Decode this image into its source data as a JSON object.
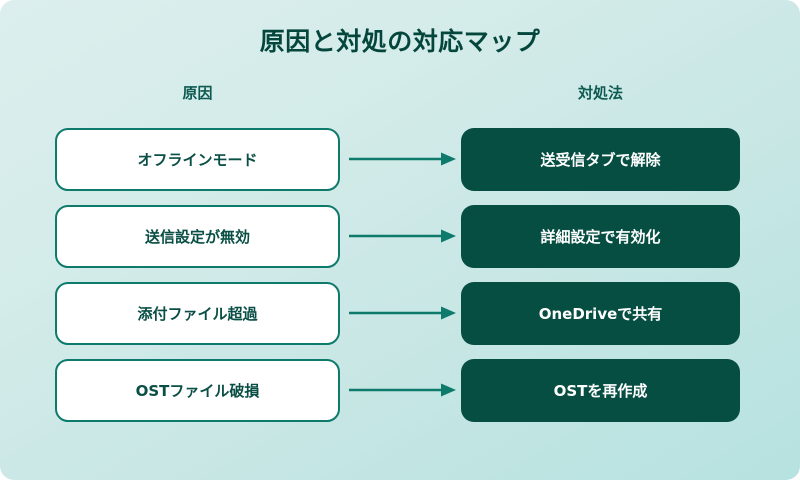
{
  "diagram": {
    "title": "原因と対処の対応マップ",
    "columns": {
      "left_header": "原因",
      "right_header": "対処法"
    },
    "rows": [
      {
        "cause": "オフラインモード",
        "fix": "送受信タブで解除",
        "connector": "arrow-right"
      },
      {
        "cause": "送信設定が無効",
        "fix": "詳細設定で有効化",
        "connector": "arrow-right"
      },
      {
        "cause": "添付ファイル超過",
        "fix": "OneDriveで共有",
        "connector": "arrow-right"
      },
      {
        "cause": "OSTファイル破損",
        "fix": "OSTを再作成",
        "connector": "arrow-right"
      }
    ],
    "colors": {
      "background_top": "#dcefee",
      "background_bottom": "#b6e2e0",
      "title_text": "#05463c",
      "header_text": "#0c5a50",
      "cause_card_bg": "#ffffff",
      "cause_card_border": "#0d7a6c",
      "cause_card_text": "#0a4f45",
      "fix_card_bg": "#064e42",
      "fix_card_text": "#ffffff",
      "arrow": "#0d7a6c"
    }
  }
}
